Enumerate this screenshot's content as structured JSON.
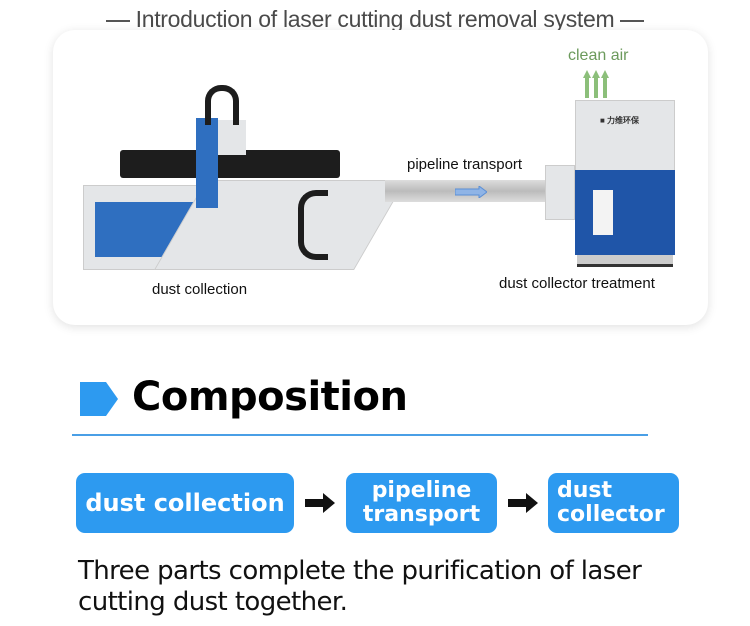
{
  "header": {
    "title": "Introduction of laser cutting dust removal system"
  },
  "diagram": {
    "clean_air": "clean air",
    "pipeline_label": "pipeline transport",
    "dust_collection_label": "dust collection",
    "collector_label": "dust collector treatment",
    "logo_text": "力维环保"
  },
  "composition": {
    "heading": "Composition",
    "steps": [
      {
        "line1": "dust collection",
        "line2": ""
      },
      {
        "line1": "pipeline",
        "line2": "transport"
      },
      {
        "line1": "dust",
        "line2": "collector"
      }
    ],
    "description": "Three parts complete the purification of laser cutting dust together."
  },
  "colors": {
    "accent": "#2d9af0",
    "clean_air": "#6c9a5c",
    "title": "#4a4a4a"
  }
}
